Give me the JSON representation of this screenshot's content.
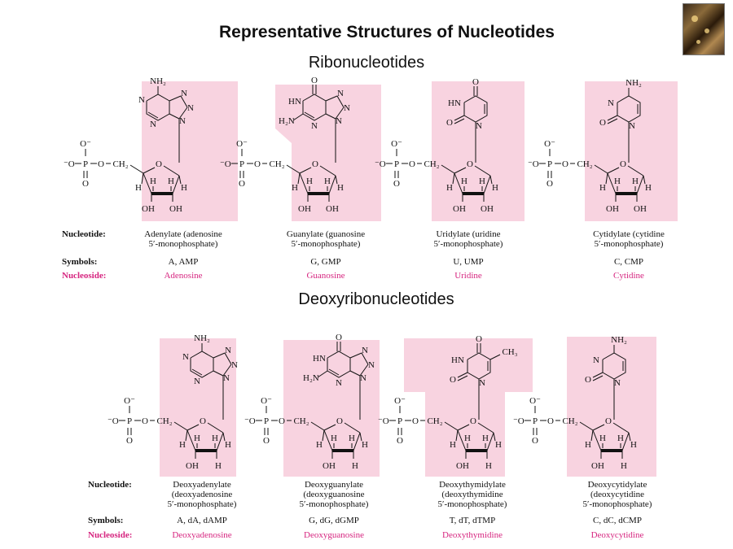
{
  "title": "Representative Structures of Nucleotides",
  "ribo": {
    "heading": "Ribonucleotides",
    "row_labels": {
      "nucleotide": "Nucleotide:",
      "symbols": "Symbols:",
      "nucleoside": "Nucleoside:"
    },
    "items": [
      {
        "nucleotide_lines": [
          "Adenylate (adenosine",
          "5′-monophosphate)"
        ],
        "symbols": "A, AMP",
        "nucleoside": "Adenosine"
      },
      {
        "nucleotide_lines": [
          "Guanylate (guanosine",
          "5′-monophosphate)"
        ],
        "symbols": "G, GMP",
        "nucleoside": "Guanosine"
      },
      {
        "nucleotide_lines": [
          "Uridylate (uridine",
          "5′-monophosphate)"
        ],
        "symbols": "U, UMP",
        "nucleoside": "Uridine"
      },
      {
        "nucleotide_lines": [
          "Cytidylate (cytidine",
          "5′-monophosphate)"
        ],
        "symbols": "C, CMP",
        "nucleoside": "Cytidine"
      }
    ]
  },
  "deoxy": {
    "heading": "Deoxyribonucleotides",
    "row_labels": {
      "nucleotide": "Nucleotide:",
      "symbols": "Symbols:",
      "nucleoside": "Nucleoside:"
    },
    "items": [
      {
        "nucleotide_lines": [
          "Deoxyadenylate",
          "(deoxyadenosine",
          "5′-monophosphate)"
        ],
        "symbols": "A, dA, dAMP",
        "nucleoside": "Deoxyadenosine"
      },
      {
        "nucleotide_lines": [
          "Deoxyguanylate",
          "(deoxyguanosine",
          "5′-monophosphate)"
        ],
        "symbols": "G, dG, dGMP",
        "nucleoside": "Deoxyguanosine"
      },
      {
        "nucleotide_lines": [
          "Deoxythymidylate",
          "(deoxythymidine",
          "5′-monophosphate)"
        ],
        "symbols": "T, dT, dTMP",
        "nucleoside": "Deoxythymidine"
      },
      {
        "nucleotide_lines": [
          "Deoxycytidylate",
          "(deoxycytidine",
          "5′-monophosphate)"
        ],
        "symbols": "C, dC, dCMP",
        "nucleoside": "Deoxycytidine"
      }
    ]
  },
  "chem": {
    "minus_o": "⁻O",
    "o_minus": "O⁻",
    "p": "P",
    "o": "O",
    "ch2": "CH₂",
    "h": "H",
    "oh": "OH",
    "n": "N",
    "hn": "HN",
    "nh2": "NH₂",
    "h2n": "H₂N",
    "ch3": "CH₃"
  },
  "colors": {
    "highlight": "#f8d3e0",
    "nucleoside_text": "#d6247f"
  }
}
